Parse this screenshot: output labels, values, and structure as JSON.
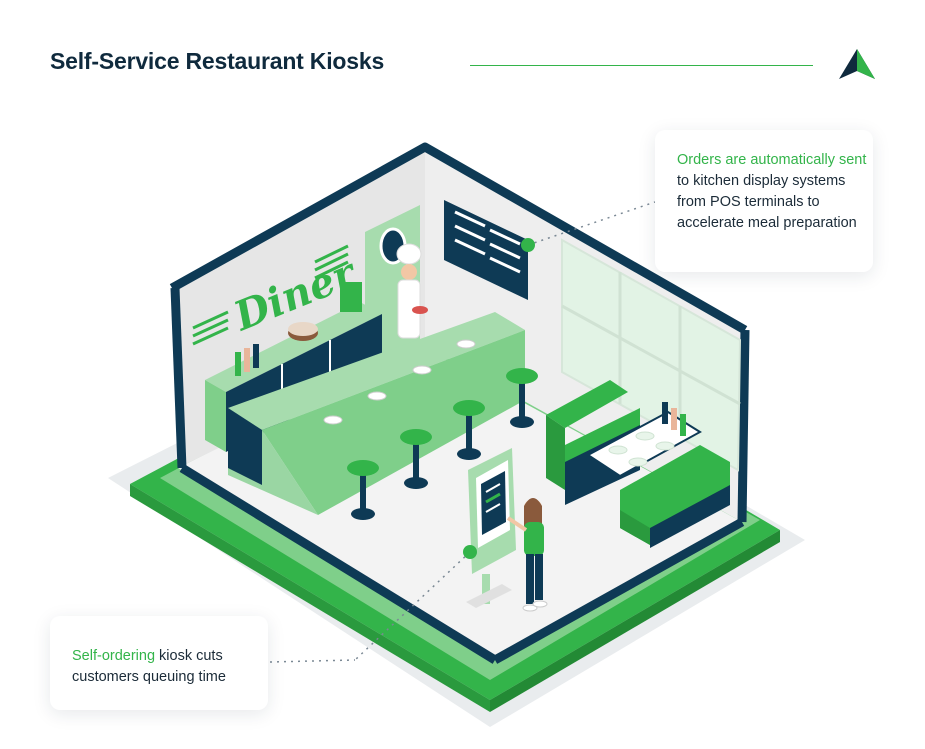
{
  "header": {
    "title": "Self-Service Restaurant Kiosks",
    "accent_color": "#33b44a",
    "logo_icon": "arrow-mountain-logo-icon"
  },
  "scene": {
    "sign_text": "Diner",
    "colors": {
      "navy": "#0e3a55",
      "green": "#33b44a",
      "light_green": "#a7dcae",
      "floor": "#f1f1f1"
    }
  },
  "callouts": {
    "kitchen": {
      "highlight": "Orders are automatically sent",
      "rest": " to kitchen display systems from POS terminals to accelerate meal preparation"
    },
    "kiosk": {
      "highlight": "Self-ordering",
      "rest": " kiosk cuts customers queuing time"
    }
  }
}
